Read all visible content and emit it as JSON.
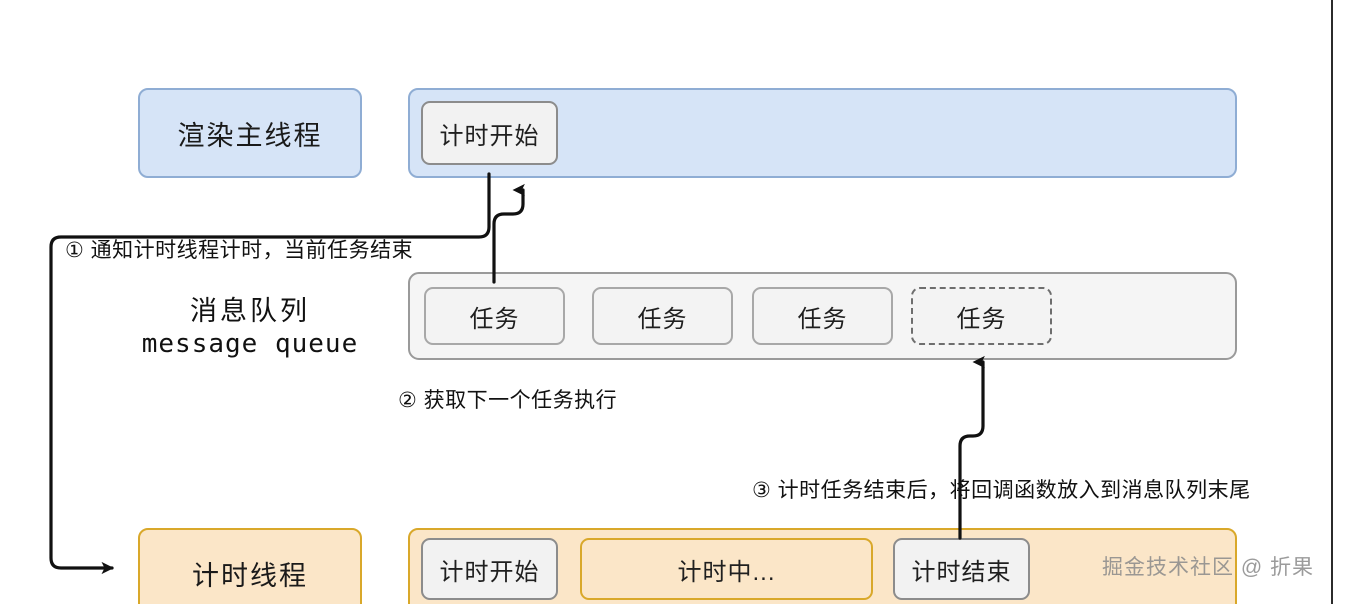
{
  "diagram": {
    "title": "JavaScript timer / event loop thread diagram",
    "colors": {
      "lane_blue_fill": "#d6e4f7",
      "lane_blue_border": "#8fadd4",
      "lane_orange_fill": "#fbe6c8",
      "lane_orange_border": "#d9a82a",
      "queue_fill": "#f5f5f5",
      "queue_border": "#9a9a9a",
      "chip_fill": "#f2f2f2",
      "chip_border": "#8c8c8c",
      "connector": "#111111",
      "rule": "#2b2b2b",
      "watermark": "#8a8a8a"
    }
  },
  "main_thread": {
    "label": "渲染主线程",
    "chips": [
      {
        "label": "计时开始",
        "style": "gray"
      }
    ]
  },
  "message_queue": {
    "title_cn": "消息队列",
    "title_en": "message queue",
    "tasks": [
      {
        "label": "任务",
        "style": "solid"
      },
      {
        "label": "任务",
        "style": "solid"
      },
      {
        "label": "任务",
        "style": "solid"
      },
      {
        "label": "任务",
        "style": "dashed"
      }
    ]
  },
  "timer_thread": {
    "label": "计时线程",
    "chips": [
      {
        "label": "计时开始",
        "style": "gray"
      },
      {
        "label": "计时中...",
        "style": "orange"
      },
      {
        "label": "计时结束",
        "style": "gray"
      }
    ]
  },
  "steps": [
    {
      "id": "step-1",
      "text": "① 通知计时线程计时，当前任务结束"
    },
    {
      "id": "step-2",
      "text": "② 获取下一个任务执行"
    },
    {
      "id": "step-3",
      "text": "③ 计时任务结束后，将回调函数放入到消息队列末尾"
    }
  ],
  "watermark": {
    "text": "掘金技术社区 @ 折果"
  }
}
